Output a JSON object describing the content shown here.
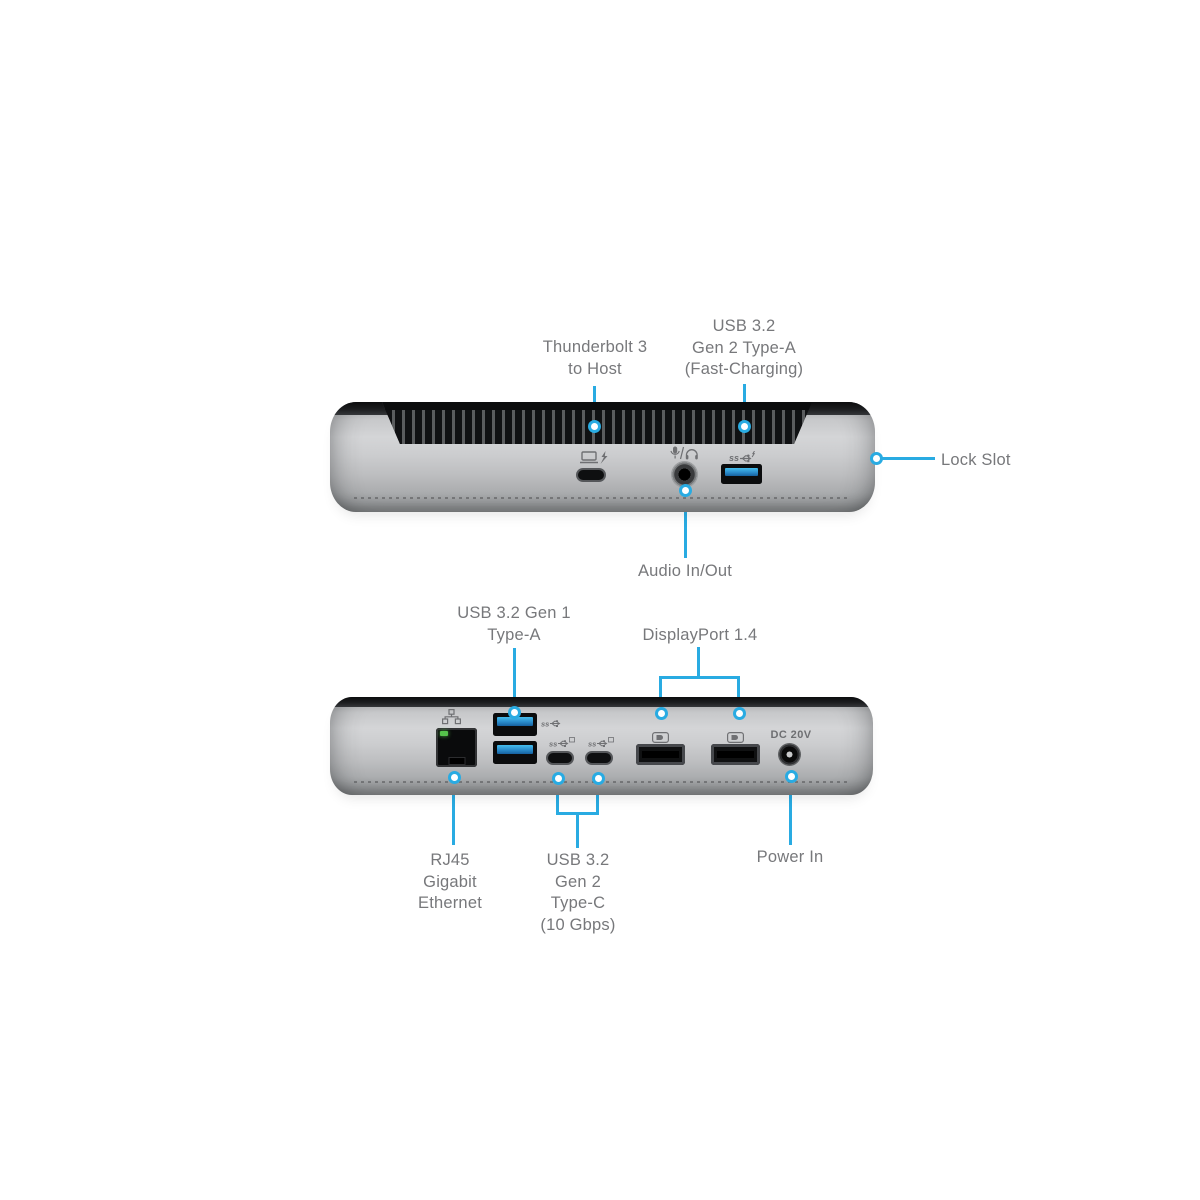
{
  "meta": {
    "type": "product-callout-diagram",
    "subject": "USB-C docking station, front and back views"
  },
  "colors": {
    "callout_blue": "#29abe2",
    "label_gray": "#77787b",
    "usb_tongue_blue": "#2a8ccb",
    "led_green": "#55c34b",
    "body_gray": "#c7c8ca",
    "top_dark": "#1c1d1f"
  },
  "front_view": {
    "callouts": {
      "thunderbolt": "Thunderbolt 3\nto Host",
      "usb_a_fast": "USB 3.2\nGen 2 Type-A\n(Fast-Charging)",
      "lock_slot": "Lock Slot",
      "audio": "Audio In/Out"
    },
    "ports": [
      {
        "name": "thunderbolt3-usb-c-port",
        "icon": "laptop-charging-icon"
      },
      {
        "name": "audio-jack",
        "icon": "mic-headphones-icon"
      },
      {
        "name": "usb-a-fast-charging-port",
        "icon": "usb-ss-charging-icon"
      }
    ]
  },
  "back_view": {
    "callouts": {
      "usb_a": "USB 3.2 Gen 1\nType-A",
      "displayport": "DisplayPort 1.4",
      "rj45": "RJ45\nGigabit\nEthernet",
      "usb_c": "USB 3.2\nGen 2\nType-C\n(10 Gbps)",
      "power": "Power In"
    },
    "markings": {
      "dc": "DC 20V"
    },
    "ports": [
      {
        "name": "rj45-ethernet-port",
        "icon": "ethernet-icon"
      },
      {
        "name": "usb-a-port-top",
        "icon": "usb-ss-icon"
      },
      {
        "name": "usb-a-port-bottom"
      },
      {
        "name": "usb-c-port-1",
        "icon": "usb-ss10-icon"
      },
      {
        "name": "usb-c-port-2",
        "icon": "usb-ss10-icon"
      },
      {
        "name": "displayport-1",
        "icon": "displayport-icon"
      },
      {
        "name": "displayport-2",
        "icon": "displayport-icon"
      },
      {
        "name": "dc-power-jack"
      }
    ]
  }
}
